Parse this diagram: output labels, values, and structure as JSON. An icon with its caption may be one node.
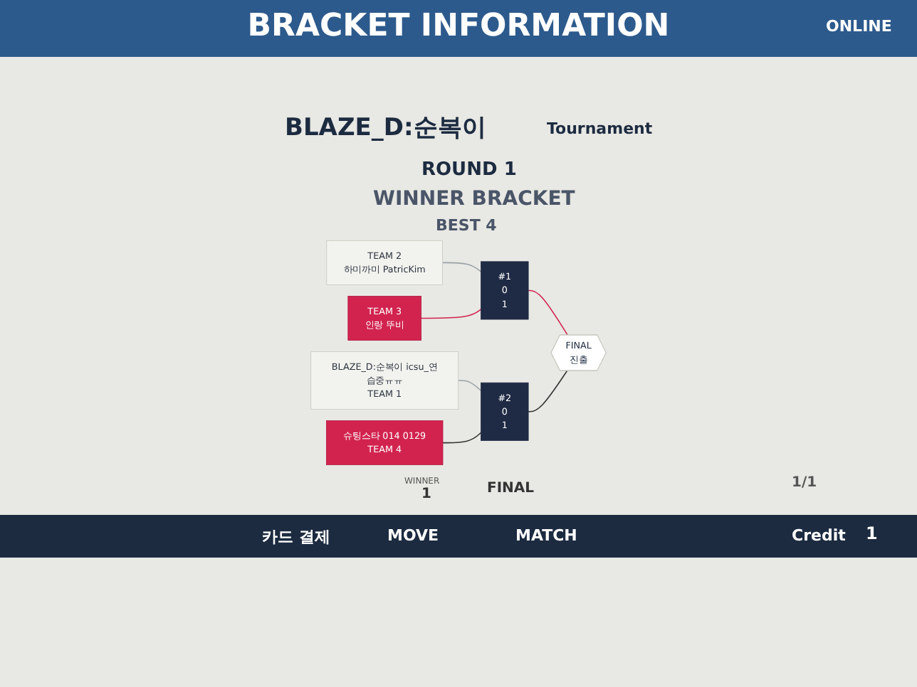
{
  "diagram": {
    "title": "BRACKET INFORMATION",
    "nodes": [
      {
        "text": [
          "TEAM 2",
          "하미까미 PatricKim"
        ]
      },
      {
        "text": [
          "TEAM 3",
          "인랑 뚜비"
        ]
      },
      {
        "text": [
          "#1",
          "0",
          "1"
        ]
      },
      {
        "text": [
          "FINAL",
          "진출"
        ]
      },
      {
        "text": [
          "#2",
          "0",
          "1"
        ]
      },
      {
        "text": [
          "BLAZE_D:순복이 icsu_연습중ㅠㅠ",
          "TEAM 1"
        ]
      },
      {
        "text": [
          "슈팅스타 014 0129",
          "TEAM 4"
        ]
      }
    ],
    "edges": [
      {
        "from": 0,
        "to": 2,
        "arrow": "none",
        "color": "#9aa3a8"
      },
      {
        "from": 1,
        "to": 2,
        "arrow": "none",
        "color": "#d2234f"
      },
      {
        "from": 2,
        "to": 3,
        "arrow": "none",
        "color": "#d2234f"
      },
      {
        "from": 4,
        "to": 3,
        "arrow": "none",
        "color": "#333333"
      },
      {
        "from": 5,
        "to": 4,
        "arrow": "none",
        "color": "#9aa3a8"
      },
      {
        "from": 6,
        "to": 4,
        "arrow": "none",
        "color": "#333333"
      }
    ],
    "labels": [
      "ONLINE",
      "BLAZE_D:순복이",
      "Tournament",
      "ROUND 1",
      "WINNER BRACKET",
      "BEST 4",
      "WINNER",
      "1",
      "FINAL",
      "1/1",
      "카드 결제",
      "MOVE",
      "MATCH",
      "Credit",
      "1"
    ]
  }
}
